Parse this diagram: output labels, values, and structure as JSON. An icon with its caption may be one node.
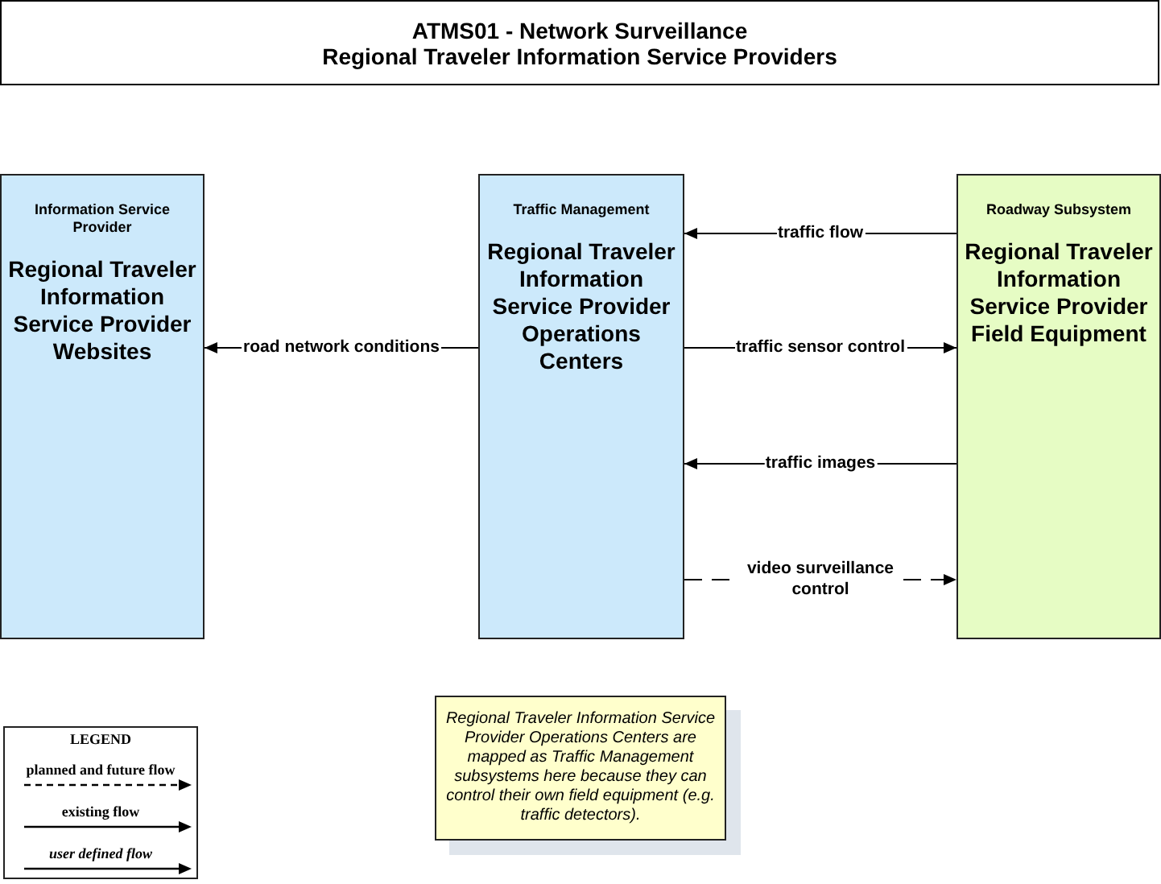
{
  "diagram": {
    "title": "ATMS01 - Network Surveillance",
    "nodes": [
      {
        "text": [
          "Information Service Provider",
          "Regional Traveler Information Service Provider Websites"
        ]
      },
      {
        "text": [
          "Traffic Management",
          "Regional Traveler Information Service Provider Operations Centers"
        ]
      },
      {
        "text": [
          "Roadway Subsystem",
          "Regional Traveler Information Service Provider Field Equipment"
        ]
      },
      {
        "text": [
          "Regional Traveler Information Service Provider Operations Centers are mapped as Traffic Management subsystems here because they can control their own field equipment (e.g. traffic detectors)."
        ]
      }
    ],
    "edges": [
      {
        "from": 1,
        "to": 0,
        "arrow": "to",
        "label": "road network conditions"
      },
      {
        "from": 2,
        "to": 1,
        "arrow": "to",
        "label": "traffic flow"
      },
      {
        "from": 1,
        "to": 2,
        "arrow": "to",
        "label": "traffic sensor control"
      },
      {
        "from": 2,
        "to": 1,
        "arrow": "to",
        "label": "traffic images"
      },
      {
        "from": 1,
        "to": 2,
        "arrow": "to",
        "label": "video surveillance control",
        "style": "dashed"
      }
    ],
    "labels": [
      "Regional Traveler Information Service Providers",
      "LEGEND"
    ],
    "legend": [
      {
        "text": "planned and future flow"
      },
      {
        "text": "existing flow"
      },
      {
        "text": "user defined flow"
      }
    ]
  }
}
